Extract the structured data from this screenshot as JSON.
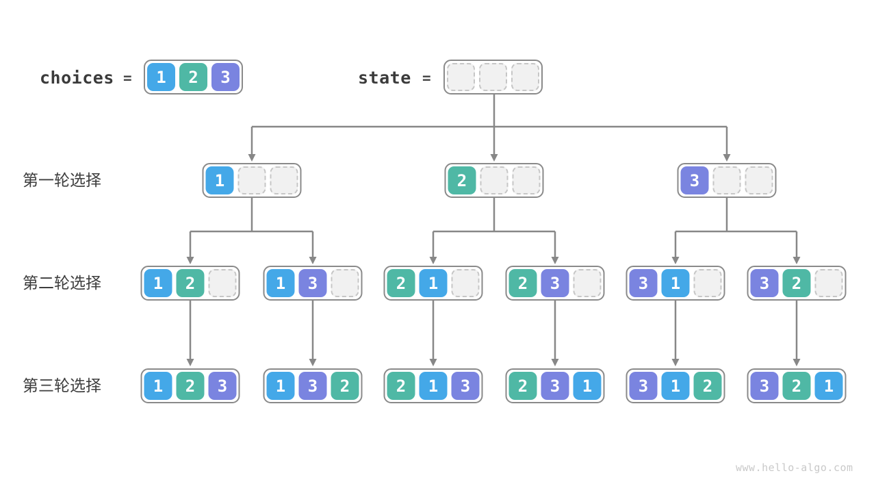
{
  "colors": {
    "choice1": "#44a8e8",
    "choice2": "#4fb8a5",
    "choice3": "#7a84e0",
    "line": "#878787",
    "node_border": "#8a8a8a",
    "empty_fill": "#f1f1f1",
    "empty_border": "#c6c6c6",
    "text": "#3b3b3b",
    "watermark": "#c9c9c9"
  },
  "header": {
    "choices_label": "choices",
    "choices_equals": "=",
    "choices_cells": [
      1,
      2,
      3
    ],
    "state_label": "state",
    "state_equals": "=",
    "state_cells": [
      null,
      null,
      null
    ]
  },
  "row_labels": [
    "第一轮选择",
    "第二轮选择",
    "第三轮选择"
  ],
  "tree": {
    "level1": [
      [
        1,
        null,
        null
      ],
      [
        2,
        null,
        null
      ],
      [
        3,
        null,
        null
      ]
    ],
    "level2": [
      [
        1,
        2,
        null
      ],
      [
        1,
        3,
        null
      ],
      [
        2,
        1,
        null
      ],
      [
        2,
        3,
        null
      ],
      [
        3,
        1,
        null
      ],
      [
        3,
        2,
        null
      ]
    ],
    "level3": [
      [
        1,
        2,
        3
      ],
      [
        1,
        3,
        2
      ],
      [
        2,
        1,
        3
      ],
      [
        2,
        3,
        1
      ],
      [
        3,
        1,
        2
      ],
      [
        3,
        2,
        1
      ]
    ]
  },
  "watermark": "www.hello-algo.com"
}
